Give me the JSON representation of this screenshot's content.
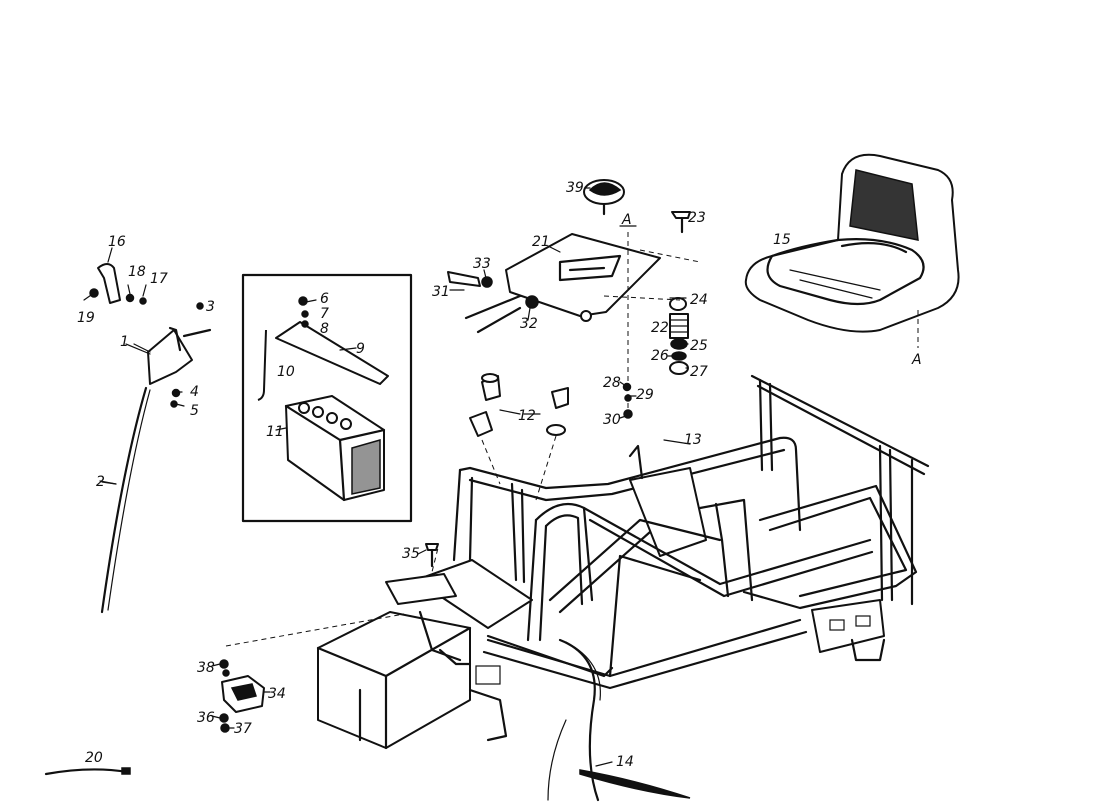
{
  "labels": {
    "p1": "1",
    "p2": "2",
    "p3": "3",
    "p4": "4",
    "p5": "5",
    "p6": "6",
    "p7": "7",
    "p8": "8",
    "p9": "9",
    "p10": "10",
    "p11": "11",
    "p12": "12",
    "p13": "13",
    "p14": "14",
    "p15": "15",
    "p16": "16",
    "p17": "17",
    "p18": "18",
    "p19": "19",
    "p20": "20",
    "p21": "21",
    "p22": "22",
    "p23": "23",
    "p24": "24",
    "p25": "25",
    "p26": "26",
    "p27": "27",
    "p28": "28",
    "p29": "29",
    "p30": "30",
    "p31": "31",
    "p32": "32",
    "p33": "33",
    "p34": "34",
    "p35": "35",
    "p36": "36",
    "p37": "37",
    "p38": "38",
    "p39": "39",
    "markA1": "A",
    "markA2": "A"
  }
}
